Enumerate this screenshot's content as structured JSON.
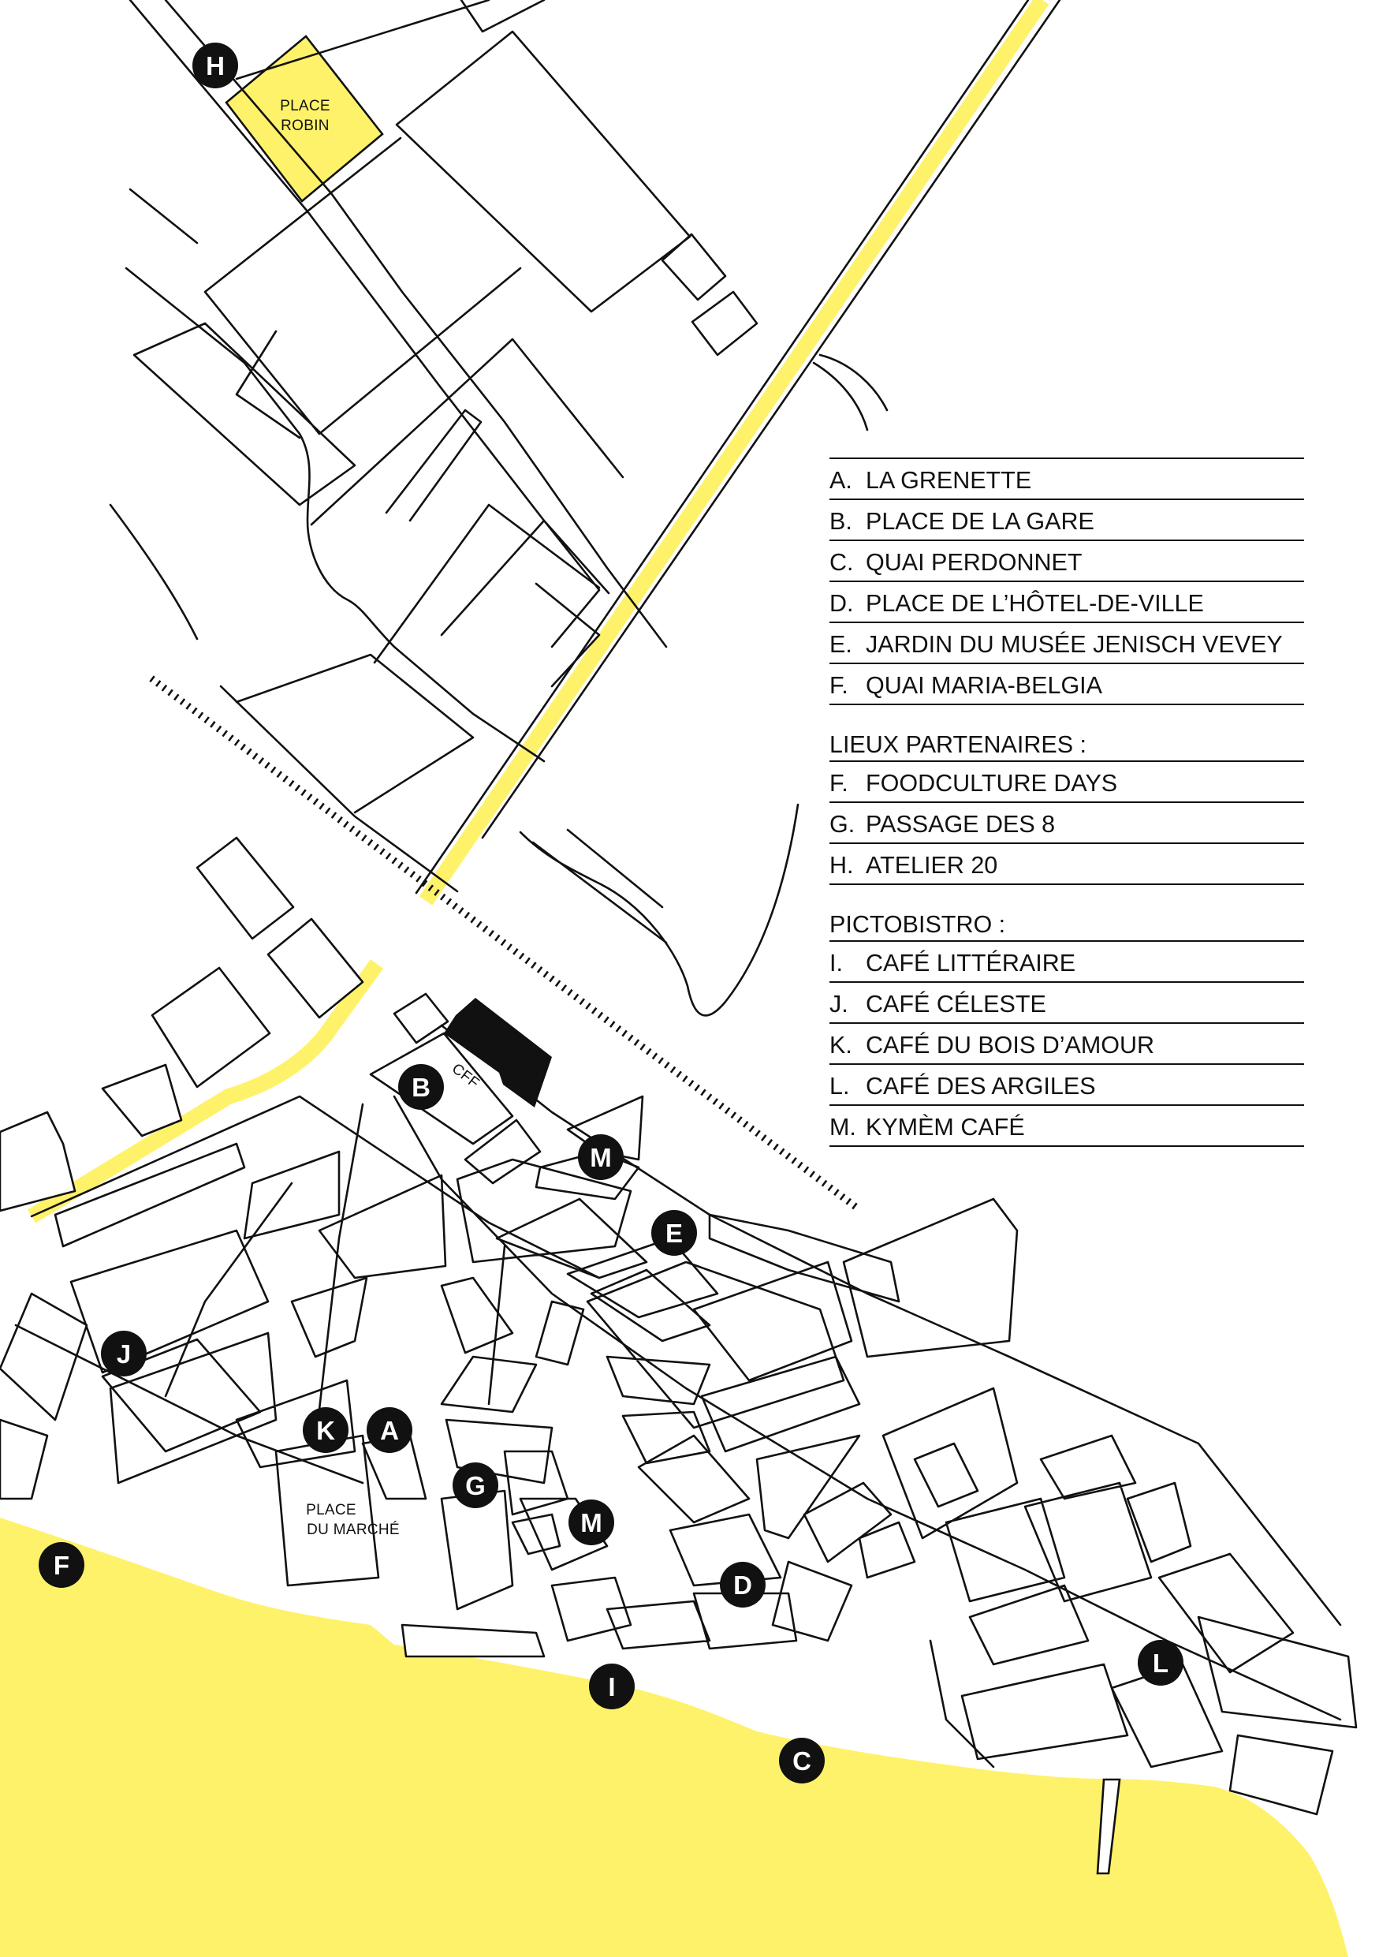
{
  "colors": {
    "accent_yellow": "#fff26b",
    "ink": "#111111",
    "paper": "#ffffff"
  },
  "map_labels": {
    "place_robin": [
      "PLACE",
      "ROBIN"
    ],
    "cff": "CFF",
    "place_du_marche": [
      "PLACE",
      "DU MARCHÉ"
    ]
  },
  "markers": [
    "A",
    "B",
    "C",
    "D",
    "E",
    "F",
    "G",
    "H",
    "I",
    "J",
    "K",
    "L",
    "M",
    "M"
  ],
  "legend": {
    "groups": [
      {
        "heading": "",
        "items": [
          {
            "letter": "A.",
            "name": "LA GRENETTE"
          },
          {
            "letter": "B.",
            "name": "PLACE DE LA GARE"
          },
          {
            "letter": "C.",
            "name": "QUAI PERDONNET"
          },
          {
            "letter": "D.",
            "name": "PLACE DE L’HÔTEL-DE-VILLE"
          },
          {
            "letter": "E.",
            "name": "JARDIN DU MUSÉE JENISCH VEVEY"
          },
          {
            "letter": "F.",
            "name": "QUAI MARIA-BELGIA"
          }
        ]
      },
      {
        "heading": "LIEUX PARTENAIRES :",
        "items": [
          {
            "letter": "F.",
            "name": "FOODCULTURE DAYS"
          },
          {
            "letter": "G.",
            "name": "PASSAGE DES 8"
          },
          {
            "letter": "H.",
            "name": "ATELIER 20"
          }
        ]
      },
      {
        "heading": "PICTOBISTRO :",
        "items": [
          {
            "letter": "I.",
            "name": "CAFÉ LITTÉRAIRE"
          },
          {
            "letter": "J.",
            "name": "CAFÉ CÉLESTE"
          },
          {
            "letter": "K.",
            "name": "CAFÉ DU BOIS D’AMOUR"
          },
          {
            "letter": "L.",
            "name": "CAFÉ DES ARGILES"
          },
          {
            "letter": "M.",
            "name": "KYMÈM CAFÉ"
          }
        ]
      }
    ]
  }
}
